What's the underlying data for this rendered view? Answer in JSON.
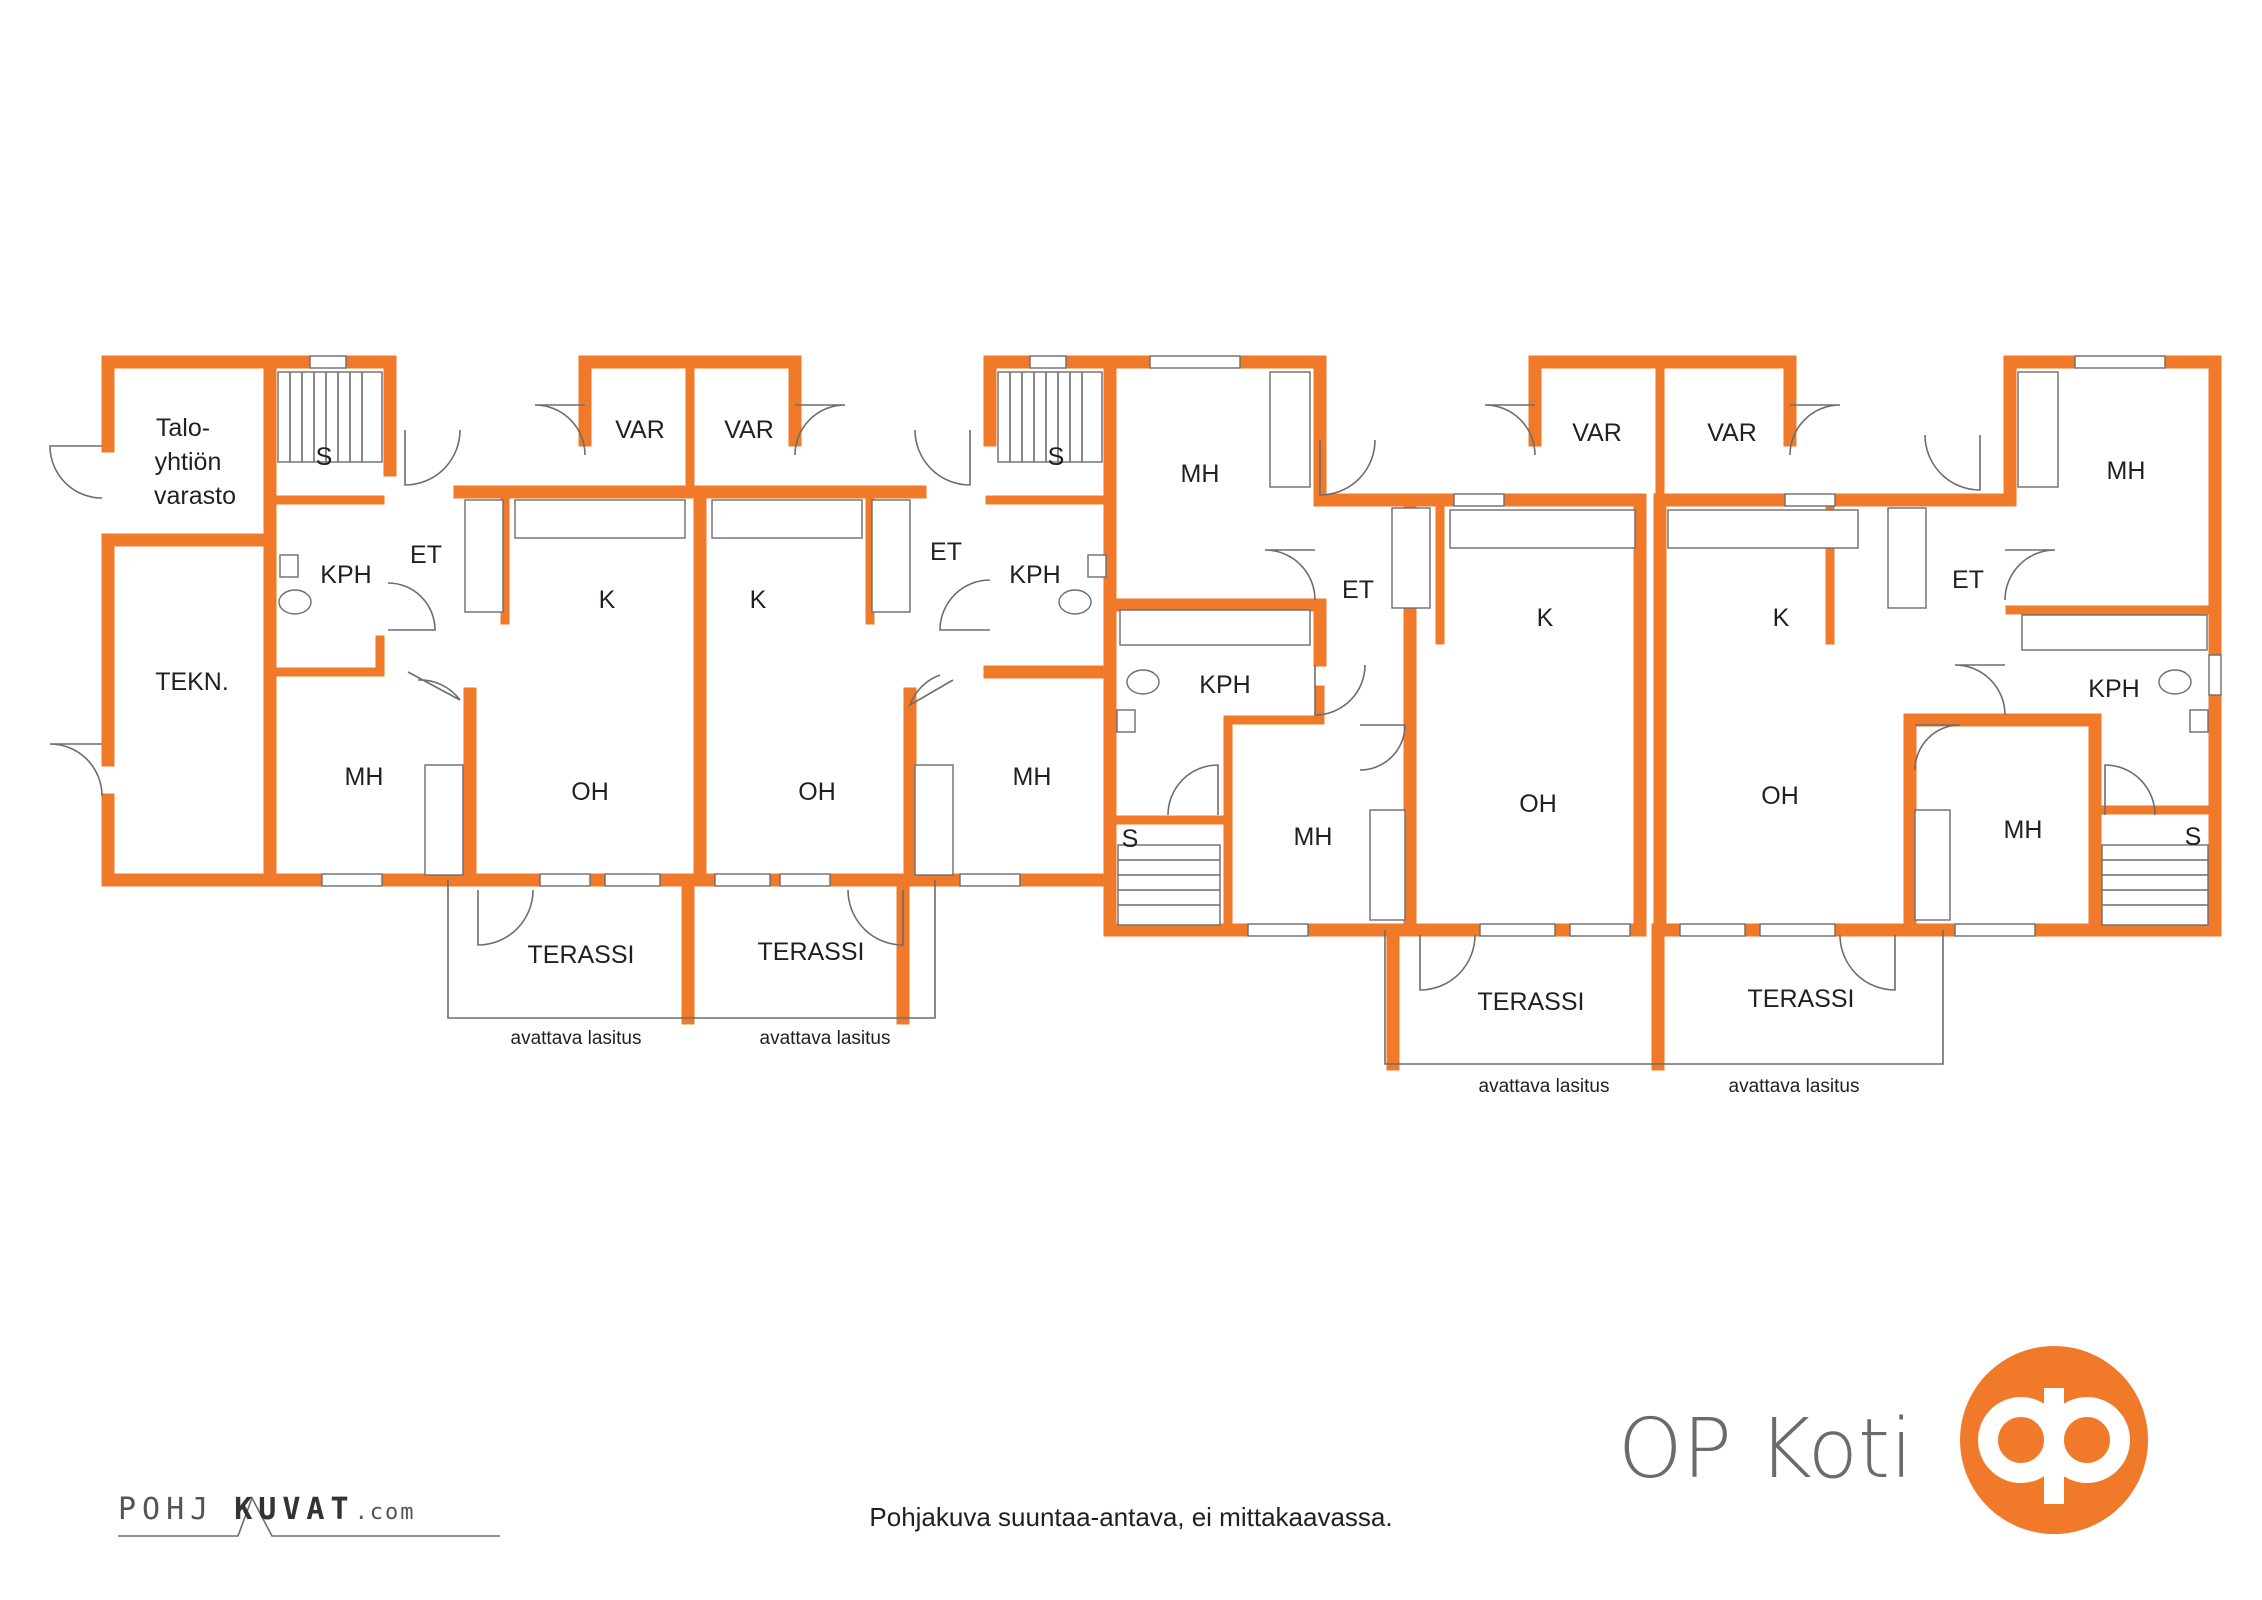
{
  "rooms": {
    "talo_line1": "Talo-",
    "talo_line2": "yhtiön",
    "talo_line3": "varasto",
    "tekn": "TEKN.",
    "kph": "KPH",
    "et": "ET",
    "k": "K",
    "oh": "OH",
    "mh": "MH",
    "var": "VAR",
    "s": "S",
    "terassi": "TERASSI"
  },
  "glazing_note": "avattava lasitus",
  "footer_note": "Pohjakuva suuntaa-antava, ei mittakaavassa.",
  "brand_name": "OP Koti",
  "watermark": {
    "left": "POHJ",
    "right": "KUVAT",
    "suffix": ".com"
  },
  "colors": {
    "wall": "#f07a2a",
    "text": "#231f20",
    "brand_gray": "#6b6b6b"
  }
}
